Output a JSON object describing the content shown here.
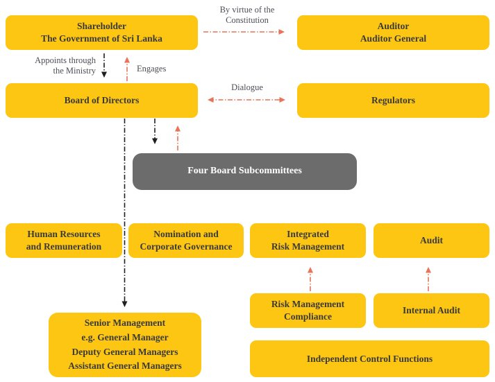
{
  "colors": {
    "node_yellow": "#FCC613",
    "node_gray": "#6C6C6C",
    "arrow_red": "#E97258",
    "arrow_black": "#1F1F1F",
    "node_text": "#3B3A39",
    "label_text": "#4D4D55"
  },
  "nodes": {
    "shareholder": "Shareholder\nThe Government of Sri Lanka",
    "auditor": "Auditor\nAuditor General",
    "board": "Board of Directors",
    "regulators": "Regulators",
    "subcommittees": "Four Board Subcommittees",
    "hr": "Human Resources\nand Remuneration",
    "nomination": "Nomination and\nCorporate Governance",
    "irm": "Integrated\nRisk Management",
    "audit": "Audit",
    "rmc": "Risk Management\nCompliance",
    "internal_audit": "Internal Audit",
    "senior_mgmt": "Senior Management\ne.g. General Manager\nDeputy General Managers\nAssistant General Managers",
    "icf": "Independent Control Functions"
  },
  "labels": {
    "constitution": "By virtue of the\nConstitution",
    "appoints": "Appoints through\nthe Ministry",
    "engages": "Engages",
    "dialogue": "Dialogue"
  }
}
